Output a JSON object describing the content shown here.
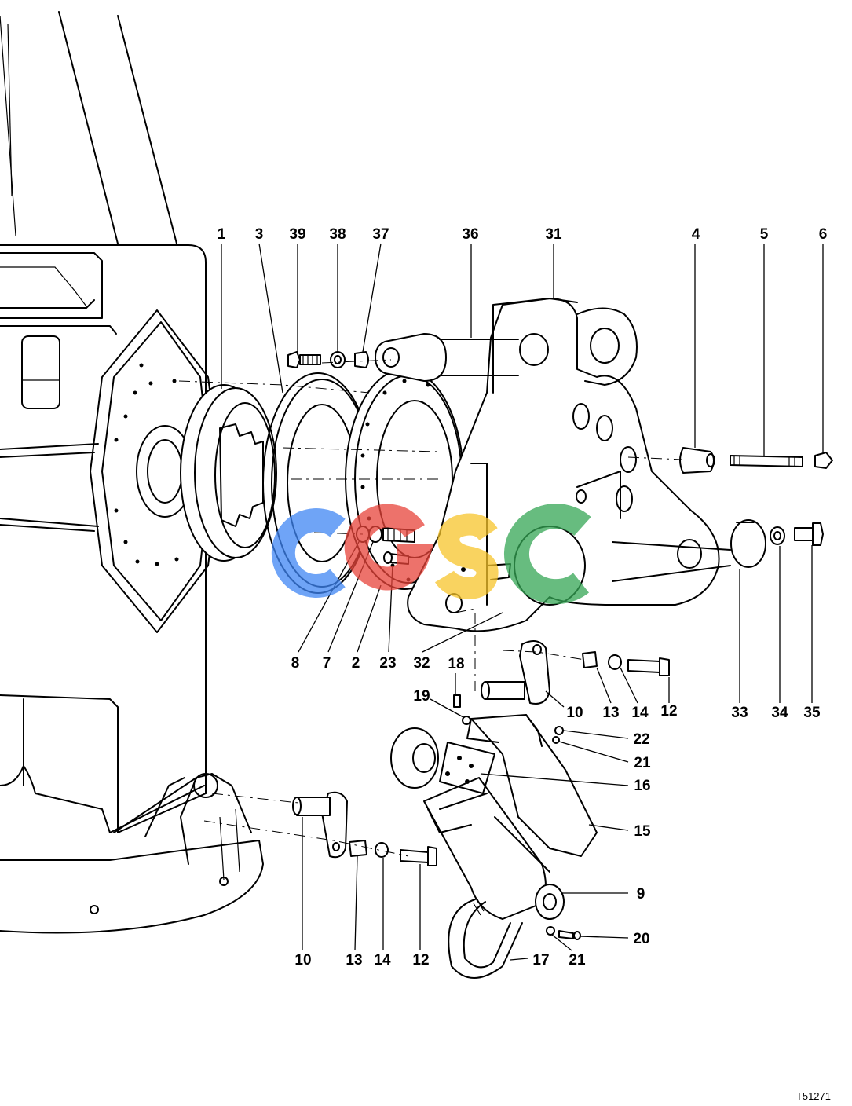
{
  "drawing_code": "T51271",
  "watermark": {
    "text": "CGSC",
    "colors": {
      "C1": "#3f86f4",
      "G": "#e8443a",
      "S": "#f7c52b",
      "C2": "#35a655"
    }
  },
  "callouts": {
    "c1": "1",
    "c3": "3",
    "c39": "39",
    "c38": "38",
    "c37": "37",
    "c36": "36",
    "c31": "31",
    "c4": "4",
    "c5": "5",
    "c6": "6",
    "c8": "8",
    "c7": "7",
    "c2": "2",
    "c23": "23",
    "c32": "32",
    "c18": "18",
    "c19": "19",
    "c10a": "10",
    "c13a": "13",
    "c14a": "14",
    "c12a": "12",
    "c33": "33",
    "c34": "34",
    "c35": "35",
    "c22": "22",
    "c21a": "21",
    "c16": "16",
    "c15": "15",
    "c9": "9",
    "c20": "20",
    "c21b": "21",
    "c17": "17",
    "c10b": "10",
    "c13b": "13",
    "c14b": "14",
    "c12b": "12"
  }
}
